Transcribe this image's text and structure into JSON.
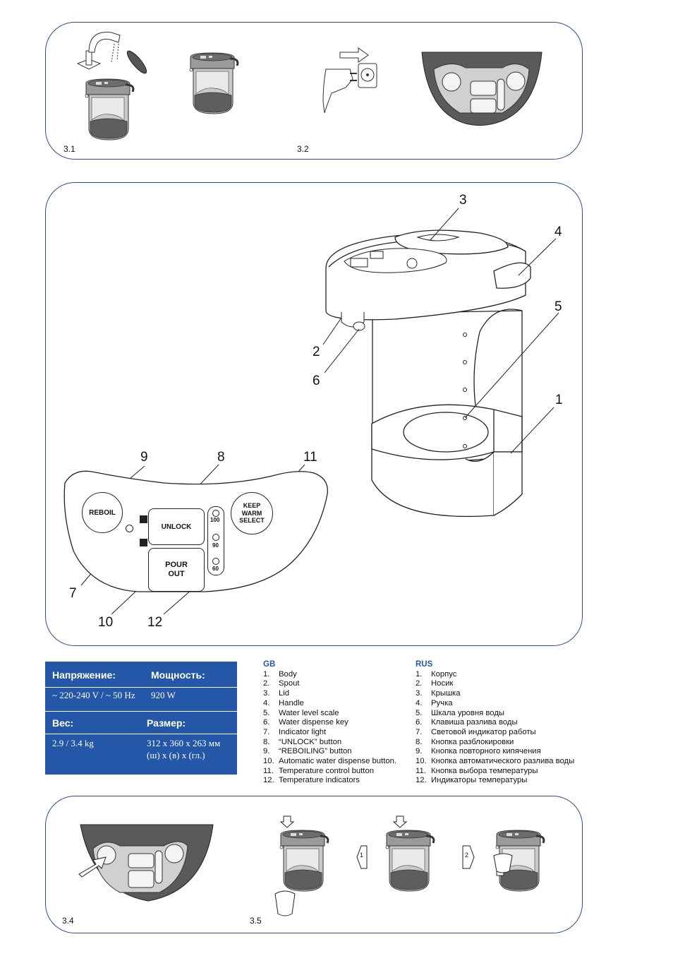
{
  "figure_labels": {
    "f31": "3.1",
    "f32": "3.2",
    "f34": "3.4",
    "f35": "3.5"
  },
  "control_panel": {
    "reboil": "REBOIL",
    "unlock": "UNLOCK",
    "pour_line1": "POUR",
    "pour_line2": "OUT",
    "keep_line1": "KEEP",
    "keep_line2": "WARM",
    "keep_line3": "SELECT",
    "temps": [
      "100",
      "90",
      "60"
    ]
  },
  "callouts": [
    "1",
    "2",
    "3",
    "4",
    "5",
    "6",
    "7",
    "8",
    "9",
    "10",
    "11",
    "12"
  ],
  "step_numbers": [
    "1",
    "2"
  ],
  "specs": {
    "voltage_label": "Напряжение:",
    "power_label": "Мощность:",
    "voltage_value": "~ 220-240 V / ~ 50 Hz",
    "power_value": "920 W",
    "weight_label": "Вес:",
    "size_label": "Размер:",
    "weight_value": "2.9 / 3.4 kg",
    "size_value_line1": "312 x 360 x 263 мм",
    "size_value_line2": "(ш) x (в) x (гл.)"
  },
  "legend_gb": {
    "lang": "GB",
    "items": [
      "Body",
      "Spout",
      "Lid",
      "Handle",
      "Water level scale",
      "Water dispense key",
      "Indicator light",
      "“UNLOCK” button",
      "“REBOILING” button",
      "Automatic water dispense button.",
      "Temperature control button",
      "Temperature indicators"
    ]
  },
  "legend_rus": {
    "lang": "RUS",
    "items": [
      "Корпус",
      "Носик",
      "Крышка",
      "Ручка",
      "Шкала уровня воды",
      "Клавиша разлива воды",
      "Световой индикатор работы",
      "Кнопка разблокировки",
      "Кнопка повторного кипячения",
      "Кнопка автоматического разлива воды",
      "Кнопка выбора температуры",
      "Индикаторы температуры"
    ]
  },
  "item_numbers": [
    "1.",
    "2.",
    "3.",
    "4.",
    "5.",
    "6.",
    "7.",
    "8.",
    "9.",
    "10.",
    "11.",
    "12."
  ]
}
